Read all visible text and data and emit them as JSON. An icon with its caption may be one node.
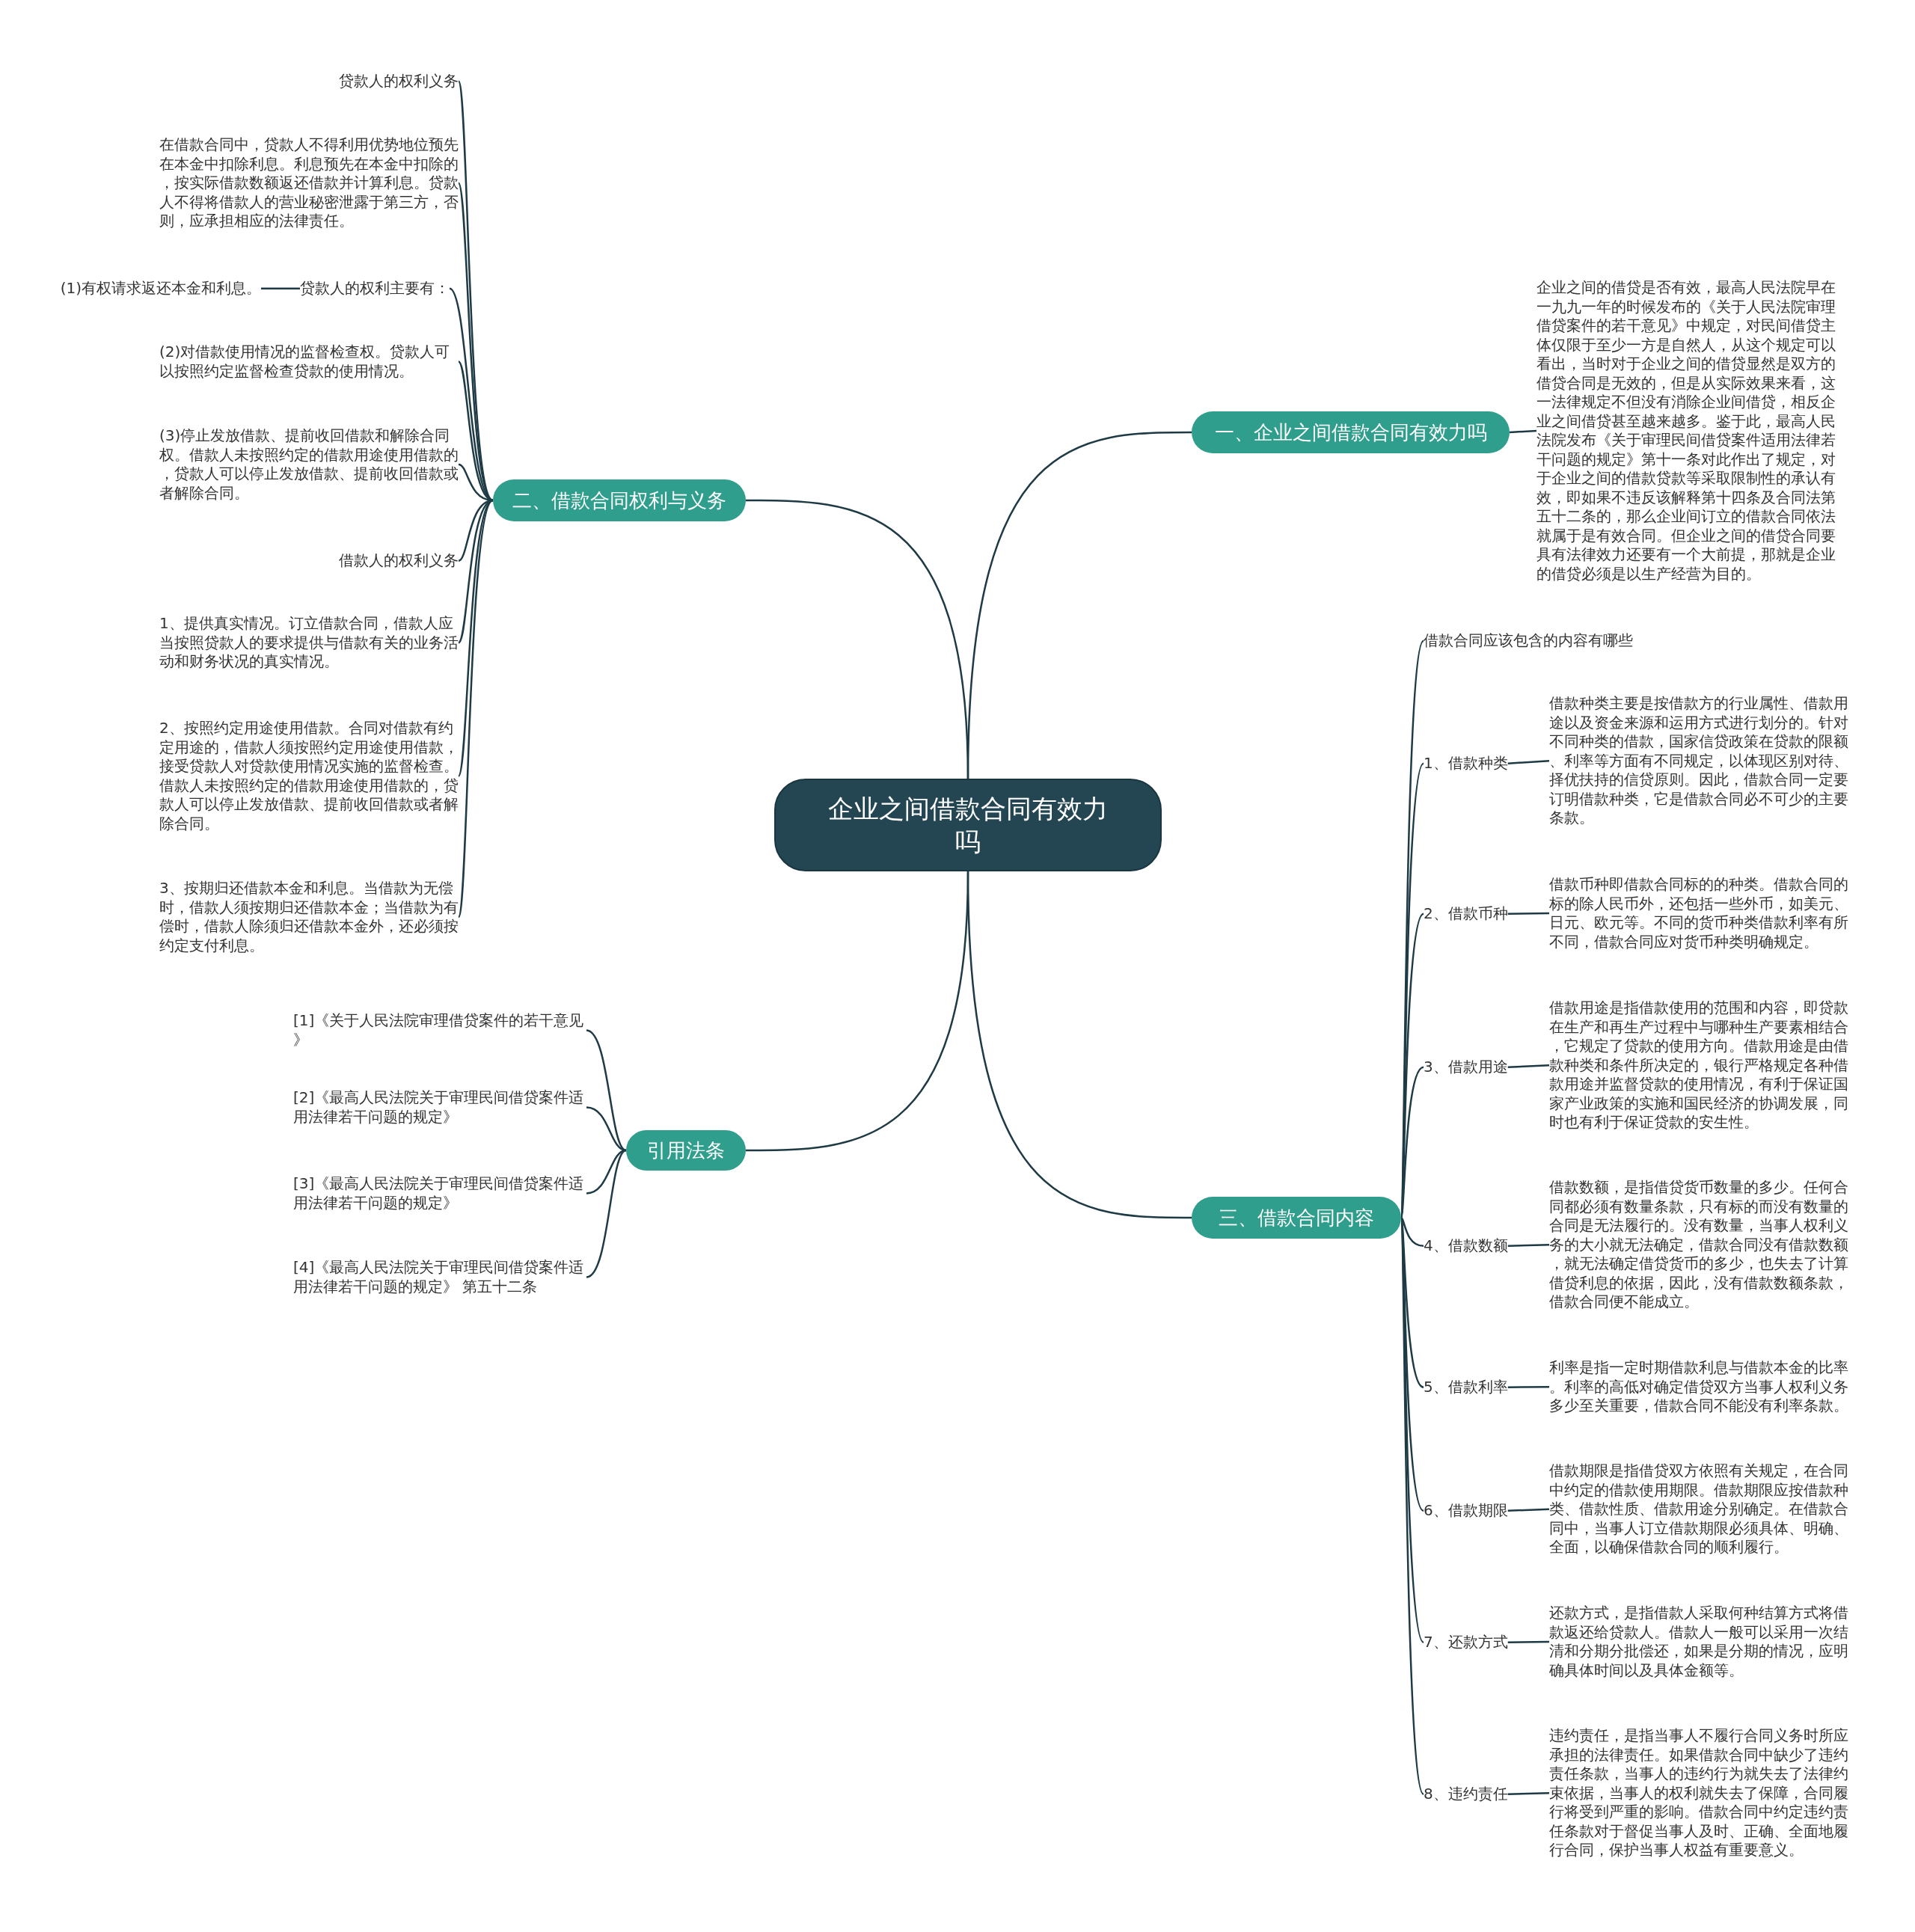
{
  "diagram": {
    "nodes": [
      {
        "text": [
          "企业之间借款合同有效力吗"
        ]
      },
      {
        "text": [
          "一、企业之间借款合同有效力吗"
        ]
      },
      {
        "text": [
          "企业之间的借贷是否有效，最高人民法院早在一九九一年的时候发布的《关于人民法院审理借贷案件的若干意见》中规定，对民间借贷主体仅限于至少一方是自然人，从这个规定可以看出，当时对于企业之间的借贷显然是双方的借贷合同是无效的，但是从实际效果来看，这一法律规定不但没有消除企业间借贷，相反企业之间借贷甚至越来越多。鉴于此，最高人民法院发布《关于审理民间借贷案件适用法律若干问题的规定》第十一条对此作出了规定，对于企业之间的借款贷款等采取限制性的承认有效，即如果不违反该解释第十四条及合同法第五十二条的，那么企业间订立的借款合同依法就属于是有效合同。但企业之间的借贷合同要具有法律效力还要有一个大前提，那就是企业的借贷必须是以生产经营为目的。"
        ]
      },
      {
        "text": [
          "二、借款合同权利与义务"
        ]
      },
      {
        "text": [
          "贷款人的权利义务"
        ]
      },
      {
        "text": [
          "在借款合同中，贷款人不得利用优势地位预先在本金中扣除利息。利息预先在本金中扣除的，按实际借款数额返还借款并计算利息。贷款人不得将借款人的营业秘密泄露于第三方，否则，应承担相应的法律责任。"
        ]
      },
      {
        "text": [
          "贷款人的权利主要有："
        ]
      },
      {
        "text": [
          "(1)有权请求返还本金和利息。"
        ]
      },
      {
        "text": [
          "(2)对借款使用情况的监督检查权。贷款人可以按照约定监督检查贷款的使用情况。"
        ]
      },
      {
        "text": [
          "(3)停止发放借款、提前收回借款和解除合同权。借款人未按照约定的借款用途使用借款的，贷款人可以停止发放借款、提前收回借款或者解除合同。"
        ]
      },
      {
        "text": [
          "借款人的权利义务"
        ]
      },
      {
        "text": [
          "1、提供真实情况。订立借款合同，借款人应当按照贷款人的要求提供与借款有关的业务活动和财务状况的真实情况。"
        ]
      },
      {
        "text": [
          "2、按照约定用途使用借款。合同对借款有约定用途的，借款人须按照约定用途使用借款，接受贷款人对贷款使用情况实施的监督检查。借款人未按照约定的借款用途使用借款的，贷款人可以停止发放借款、提前收回借款或者解除合同。"
        ]
      },
      {
        "text": [
          "3、按期归还借款本金和利息。当借款为无偿时，借款人须按期归还借款本金；当借款为有偿时，借款人除须归还借款本金外，还必须按约定支付利息。"
        ]
      },
      {
        "text": [
          "引用法条"
        ]
      },
      {
        "text": [
          "[1]《关于人民法院审理借贷案件的若干意见》"
        ]
      },
      {
        "text": [
          "[2]《最高人民法院关于审理民间借贷案件适用法律若干问题的规定》"
        ]
      },
      {
        "text": [
          "[3]《最高人民法院关于审理民间借贷案件适用法律若干问题的规定》"
        ]
      },
      {
        "text": [
          "[4]《最高人民法院关于审理民间借贷案件适用法律若干问题的规定》 第五十二条"
        ]
      },
      {
        "text": [
          "三、借款合同内容"
        ]
      },
      {
        "text": [
          "借款合同应该包含的内容有哪些"
        ]
      },
      {
        "text": [
          "1、借款种类"
        ]
      },
      {
        "text": [
          "借款种类主要是按借款方的行业属性、借款用途以及资金来源和运用方式进行划分的。针对不同种类的借款，国家信贷政策在贷款的限额、利率等方面有不同规定，以体现区别对待、择优扶持的信贷原则。因此，借款合同一定要订明借款种类，它是借款合同必不可少的主要条款。"
        ]
      },
      {
        "text": [
          "2、借款币种"
        ]
      },
      {
        "text": [
          "借款币种即借款合同标的的种类。借款合同的标的除人民币外，还包括一些外币，如美元、日元、欧元等。不同的货币种类借款利率有所不同，借款合同应对货币种类明确规定。"
        ]
      },
      {
        "text": [
          "3、借款用途"
        ]
      },
      {
        "text": [
          "借款用途是指借款使用的范围和内容，即贷款在生产和再生产过程中与哪种生产要素相结合，它规定了贷款的使用方向。借款用途是由借款种类和条件所决定的，银行严格规定各种借款用途并监督贷款的使用情况，有利于保证国家产业政策的实施和国民经济的协调发展，同时也有利于保证贷款的安生性。"
        ]
      },
      {
        "text": [
          "4、借款数额"
        ]
      },
      {
        "text": [
          "借款数额，是指借贷货币数量的多少。任何合同都必须有数量条款，只有标的而没有数量的合同是无法履行的。没有数量，当事人权利义务的大小就无法确定，借款合同没有借款数额，就无法确定借贷货币的多少，也失去了计算借贷利息的依据，因此，没有借款数额条款，借款合同便不能成立。"
        ]
      },
      {
        "text": [
          "5、借款利率"
        ]
      },
      {
        "text": [
          "利率是指一定时期借款利息与借款本金的比率。利率的高低对确定借贷双方当事人权利义务多少至关重要，借款合同不能没有利率条款。"
        ]
      },
      {
        "text": [
          "6、借款期限"
        ]
      },
      {
        "text": [
          "借款期限是指借贷双方依照有关规定，在合同中约定的借款使用期限。借款期限应按借款种类、借款性质、借款用途分别确定。在借款合同中，当事人订立借款期限必须具体、明确、全面，以确保借款合同的顺利履行。"
        ]
      },
      {
        "text": [
          "7、还款方式"
        ]
      },
      {
        "text": [
          "还款方式，是指借款人采取何种结算方式将借款返还给贷款人。借款人一般可以采用一次结清和分期分批偿还，如果是分期的情况，应明确具体时间以及具体金额等。"
        ]
      },
      {
        "text": [
          "8、违约责任"
        ]
      },
      {
        "text": [
          "违约责任，是指当事人不履行合同义务时所应承担的法律责任。如果借款合同中缺少了违约责任条款，当事人的违约行为就失去了法律约束依据，当事人的权利就失去了保障，合同履行将受到严重的影响。借款合同中约定违约责任条款对于督促当事人及时、正确、全面地履行合同，保护当事人权益有重要意义。"
        ]
      }
    ],
    "edges": [
      {
        "from": 0,
        "to": 1,
        "arrow": "none"
      },
      {
        "from": 1,
        "to": 2,
        "arrow": "none"
      },
      {
        "from": 0,
        "to": 3,
        "arrow": "none"
      },
      {
        "from": 3,
        "to": 4,
        "arrow": "none"
      },
      {
        "from": 3,
        "to": 5,
        "arrow": "none"
      },
      {
        "from": 3,
        "to": 6,
        "arrow": "none"
      },
      {
        "from": 6,
        "to": 7,
        "arrow": "none"
      },
      {
        "from": 3,
        "to": 8,
        "arrow": "none"
      },
      {
        "from": 3,
        "to": 9,
        "arrow": "none"
      },
      {
        "from": 3,
        "to": 10,
        "arrow": "none"
      },
      {
        "from": 3,
        "to": 11,
        "arrow": "none"
      },
      {
        "from": 3,
        "to": 12,
        "arrow": "none"
      },
      {
        "from": 3,
        "to": 13,
        "arrow": "none"
      },
      {
        "from": 0,
        "to": 14,
        "arrow": "none"
      },
      {
        "from": 14,
        "to": 15,
        "arrow": "none"
      },
      {
        "from": 14,
        "to": 16,
        "arrow": "none"
      },
      {
        "from": 14,
        "to": 17,
        "arrow": "none"
      },
      {
        "from": 14,
        "to": 18,
        "arrow": "none"
      },
      {
        "from": 0,
        "to": 19,
        "arrow": "none"
      },
      {
        "from": 19,
        "to": 20,
        "arrow": "none"
      },
      {
        "from": 19,
        "to": 21,
        "arrow": "none"
      },
      {
        "from": 21,
        "to": 22,
        "arrow": "none"
      },
      {
        "from": 19,
        "to": 23,
        "arrow": "none"
      },
      {
        "from": 23,
        "to": 24,
        "arrow": "none"
      },
      {
        "from": 19,
        "to": 25,
        "arrow": "none"
      },
      {
        "from": 25,
        "to": 26,
        "arrow": "none"
      },
      {
        "from": 19,
        "to": 27,
        "arrow": "none"
      },
      {
        "from": 27,
        "to": 28,
        "arrow": "none"
      },
      {
        "from": 19,
        "to": 29,
        "arrow": "none"
      },
      {
        "from": 29,
        "to": 30,
        "arrow": "none"
      },
      {
        "from": 19,
        "to": 31,
        "arrow": "none"
      },
      {
        "from": 31,
        "to": 32,
        "arrow": "none"
      },
      {
        "from": 19,
        "to": 33,
        "arrow": "none"
      },
      {
        "from": 33,
        "to": 34,
        "arrow": "none"
      },
      {
        "from": 19,
        "to": 35,
        "arrow": "none"
      },
      {
        "from": 35,
        "to": 36,
        "arrow": "none"
      }
    ]
  }
}
